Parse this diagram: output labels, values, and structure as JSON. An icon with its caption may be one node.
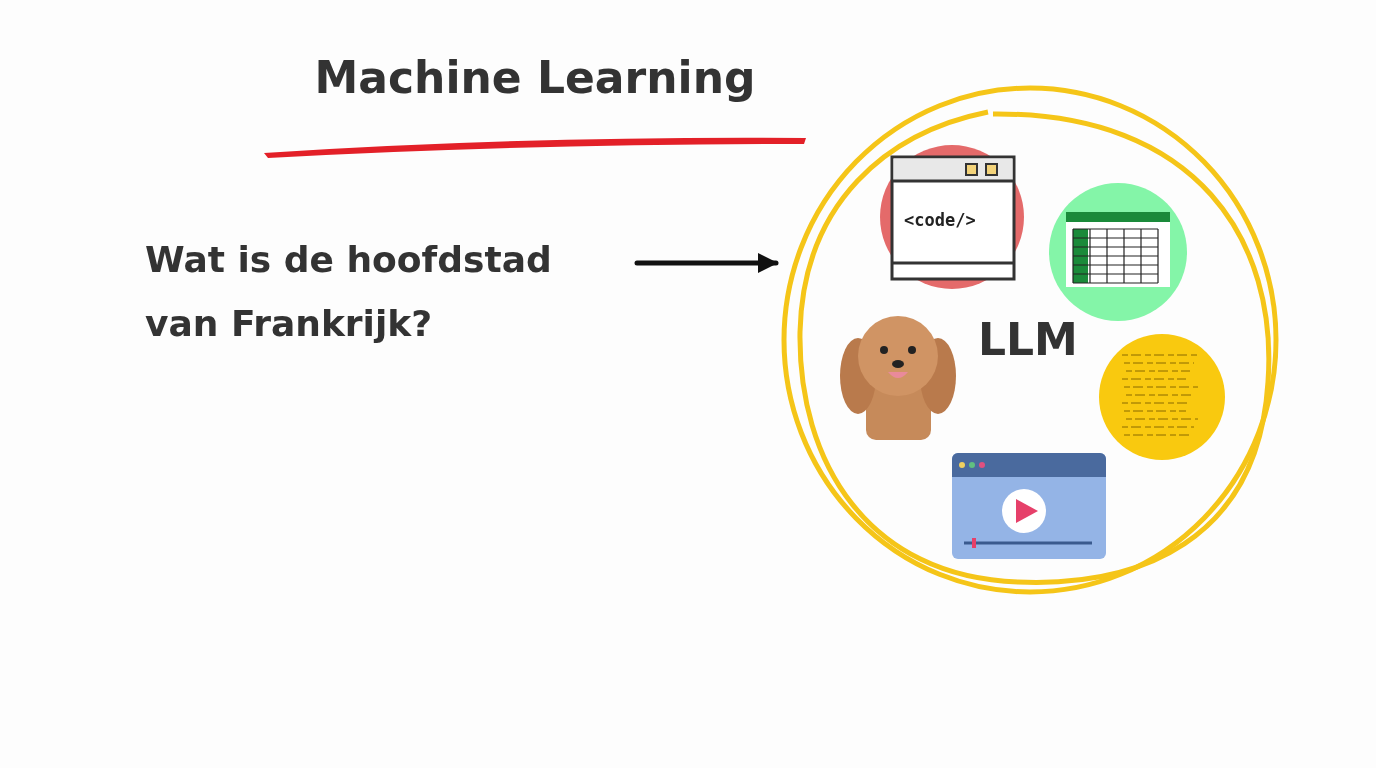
{
  "diagram": {
    "title": "Machine Learning",
    "nodes": [
      {
        "text": [
          "Wat is de hoofdstad van Frankrijk?"
        ]
      },
      {
        "text": [
          "LLM"
        ]
      },
      {
        "text": [
          "<code/>"
        ],
        "in": 1
      }
    ],
    "edges": [
      {
        "from": 0,
        "to": 1,
        "arrow": "to"
      }
    ]
  }
}
